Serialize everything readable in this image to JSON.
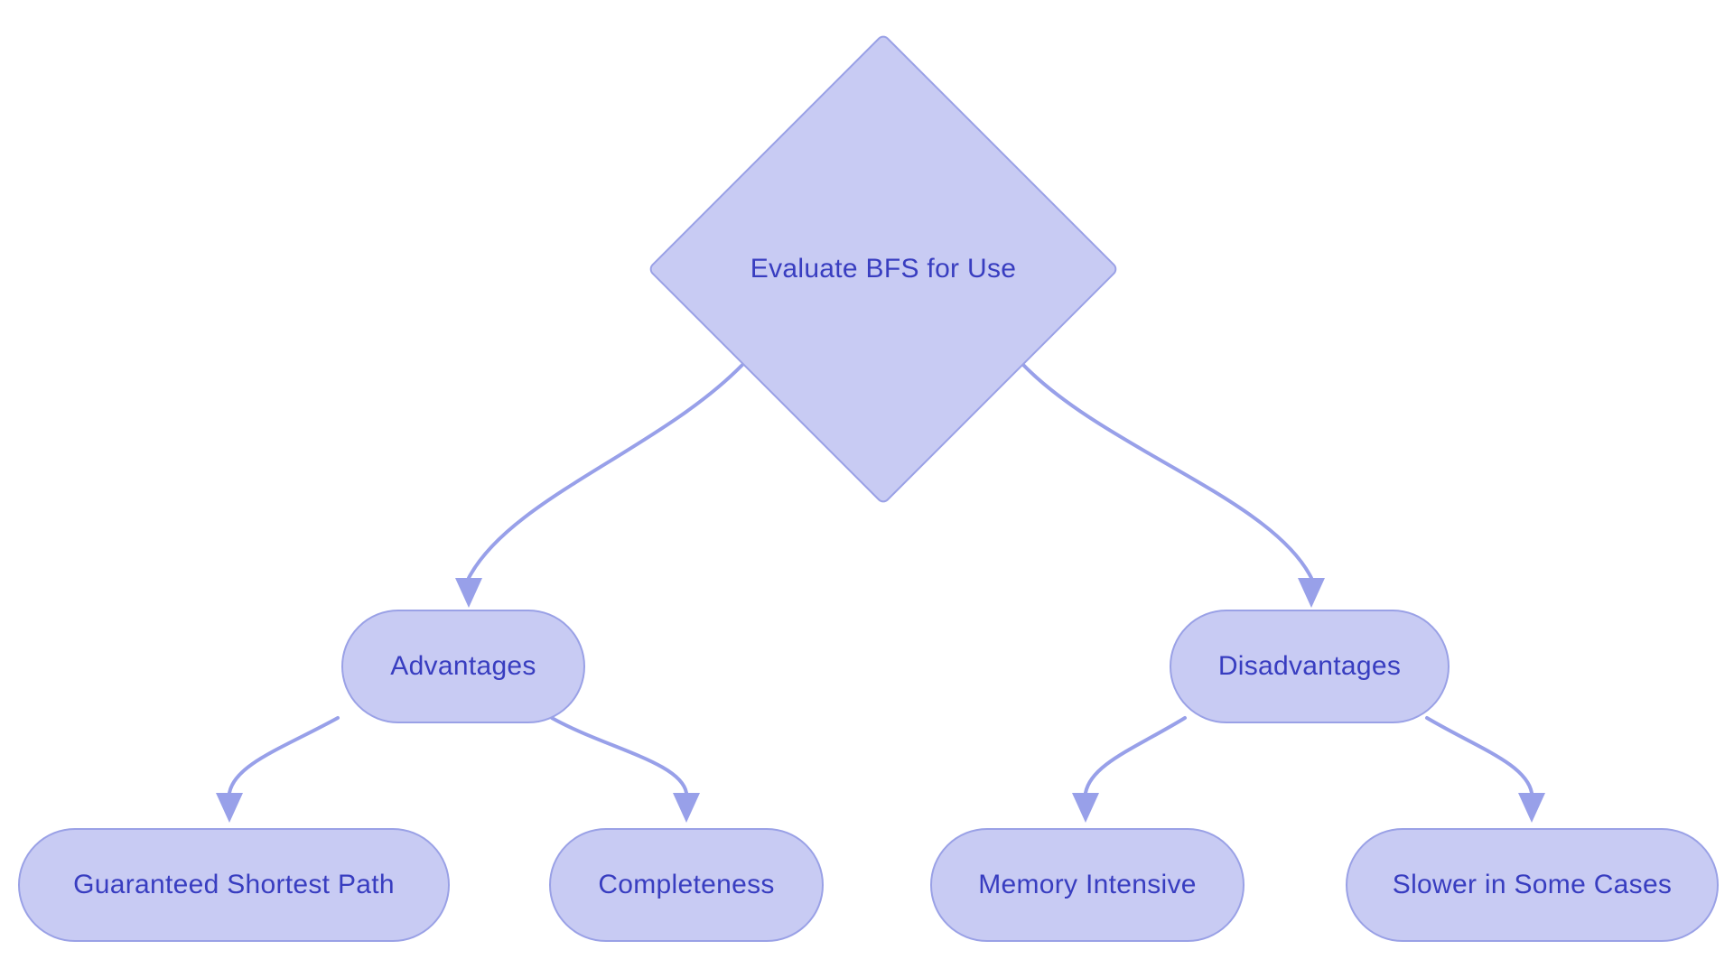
{
  "diagram": {
    "type": "flowchart",
    "direction": "top-down",
    "background": "#ffffff"
  },
  "palette": {
    "node_fill": "#c8cbf3",
    "node_border": "#9aa1e6",
    "edge": "#98a0e9",
    "text": "#383dc0",
    "canvas_bg": "#ffffff"
  },
  "nodes": {
    "root": {
      "id": "root",
      "label": "Evaluate BFS for Use",
      "shape": "diamond"
    },
    "advantages": {
      "id": "advantages",
      "label": "Advantages",
      "shape": "rounded-rect"
    },
    "disadvantages": {
      "id": "disadvantages",
      "label": "Disadvantages",
      "shape": "rounded-rect"
    },
    "guaranteed": {
      "id": "guaranteed",
      "label": "Guaranteed Shortest Path",
      "shape": "rounded-rect"
    },
    "completeness": {
      "id": "completeness",
      "label": "Completeness",
      "shape": "rounded-rect"
    },
    "memory": {
      "id": "memory",
      "label": "Memory Intensive",
      "shape": "rounded-rect"
    },
    "slower": {
      "id": "slower",
      "label": "Slower in Some Cases",
      "shape": "rounded-rect"
    }
  },
  "edges": [
    {
      "from": "root",
      "to": "advantages",
      "arrow": "down"
    },
    {
      "from": "root",
      "to": "disadvantages",
      "arrow": "down"
    },
    {
      "from": "advantages",
      "to": "guaranteed",
      "arrow": "down"
    },
    {
      "from": "advantages",
      "to": "completeness",
      "arrow": "down"
    },
    {
      "from": "disadvantages",
      "to": "memory",
      "arrow": "down"
    },
    {
      "from": "disadvantages",
      "to": "slower",
      "arrow": "down"
    }
  ]
}
